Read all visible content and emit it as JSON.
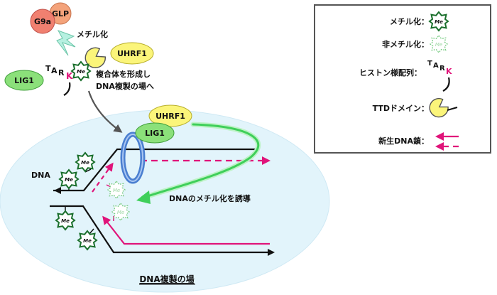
{
  "proteins": {
    "g9a": "G9a",
    "glp": "GLP",
    "uhrf1": "UHRF1",
    "lig1": "LIG1"
  },
  "histone_tail": {
    "t": "T",
    "a": "A",
    "r": "R",
    "k": "K"
  },
  "methyl_mark": "Me",
  "labels": {
    "methylation_arrow": "メチル化",
    "complex_line1": "複合体を形成し",
    "complex_line2": "DNA複製の場へ",
    "dna": "DNA",
    "induce": "DNAのメチル化を誘導",
    "replication_site": "DNA複製の場"
  },
  "legend": {
    "methylated": "メチル化：",
    "unmethylated": "非メチル化：",
    "histone_seq": "ヒストン様配列：",
    "ttd_domain": "TTDドメイン：",
    "new_dna": "新生DNA鎖："
  },
  "colors": {
    "g9a": "#f08070",
    "glp": "#f4a37b",
    "uhrf1": "#fbf57a",
    "lig1": "#8be07a",
    "lysine": "#e0147a",
    "new_strand": "#e0147a",
    "methyl_star": "#1a6f2c",
    "green_arrow": "#3fcf5a",
    "blue_ring": "#4a7fd0",
    "bg_ellipse": "#dff2fb",
    "lightning": "#b6f0e0"
  }
}
